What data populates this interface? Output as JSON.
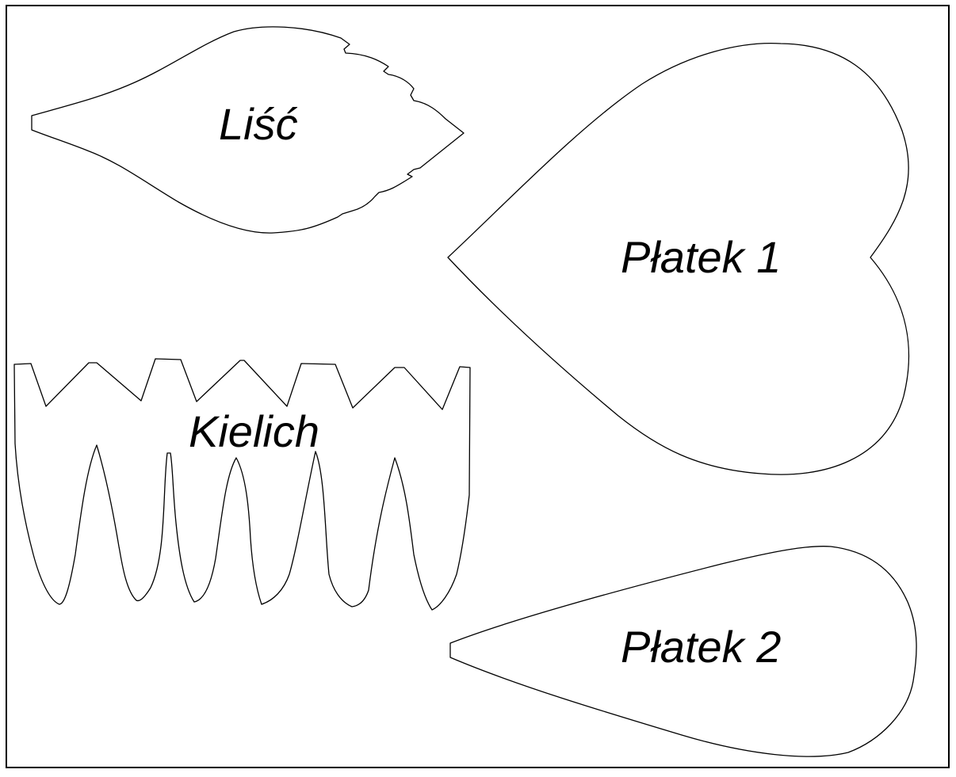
{
  "template": {
    "pieces": [
      {
        "id": "lisc",
        "label": "Liść"
      },
      {
        "id": "platek1",
        "label": "Płatek 1"
      },
      {
        "id": "kielich",
        "label": "Kielich"
      },
      {
        "id": "platek2",
        "label": "Płatek 2"
      }
    ]
  },
  "colors": {
    "outline": "#000000",
    "background": "#ffffff"
  }
}
